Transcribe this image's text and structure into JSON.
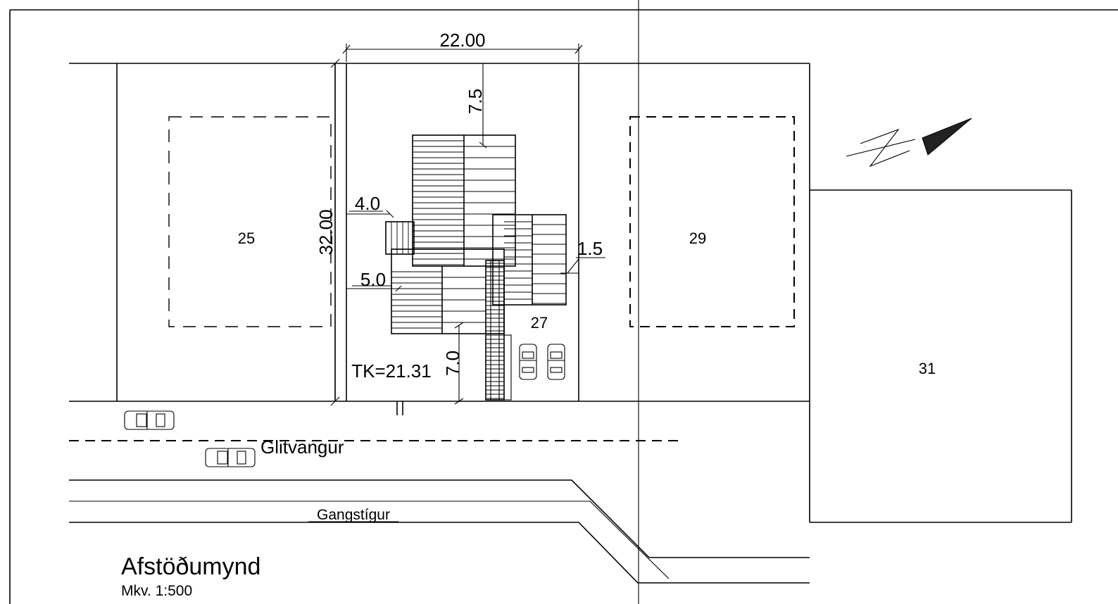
{
  "lots": {
    "lot_25": "25",
    "lot_27": "27",
    "lot_29": "29",
    "lot_31": "31"
  },
  "dimensions": {
    "width": "22.00",
    "depth": "32.00",
    "front_setback": "7.5",
    "side_left_upper": "4.0",
    "side_left_lower": "5.0",
    "side_right": "1.5",
    "rear_setback": "7.0",
    "floor_level": "TK=21.31"
  },
  "labels": {
    "street": "Glitvangur",
    "footpath": "Gangstígur",
    "title": "Afstöðumynd",
    "scale": "Mkv. 1:500"
  },
  "icons": {
    "north_arrow": "north-arrow-icon",
    "car": "car-icon"
  }
}
